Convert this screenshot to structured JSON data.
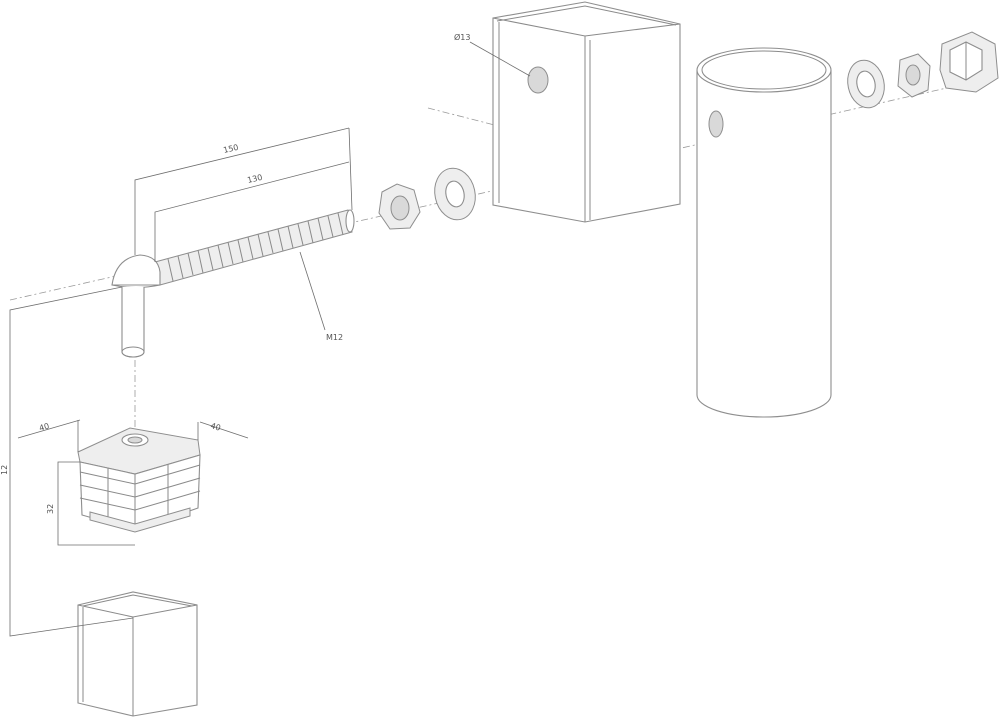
{
  "labels": {
    "hole_diameter": "Ø13",
    "length_overall": "150",
    "length_thread": "130",
    "thread": "M12",
    "width_left": "40",
    "width_right": "40",
    "insert_height": "32",
    "overall_height": "12"
  }
}
